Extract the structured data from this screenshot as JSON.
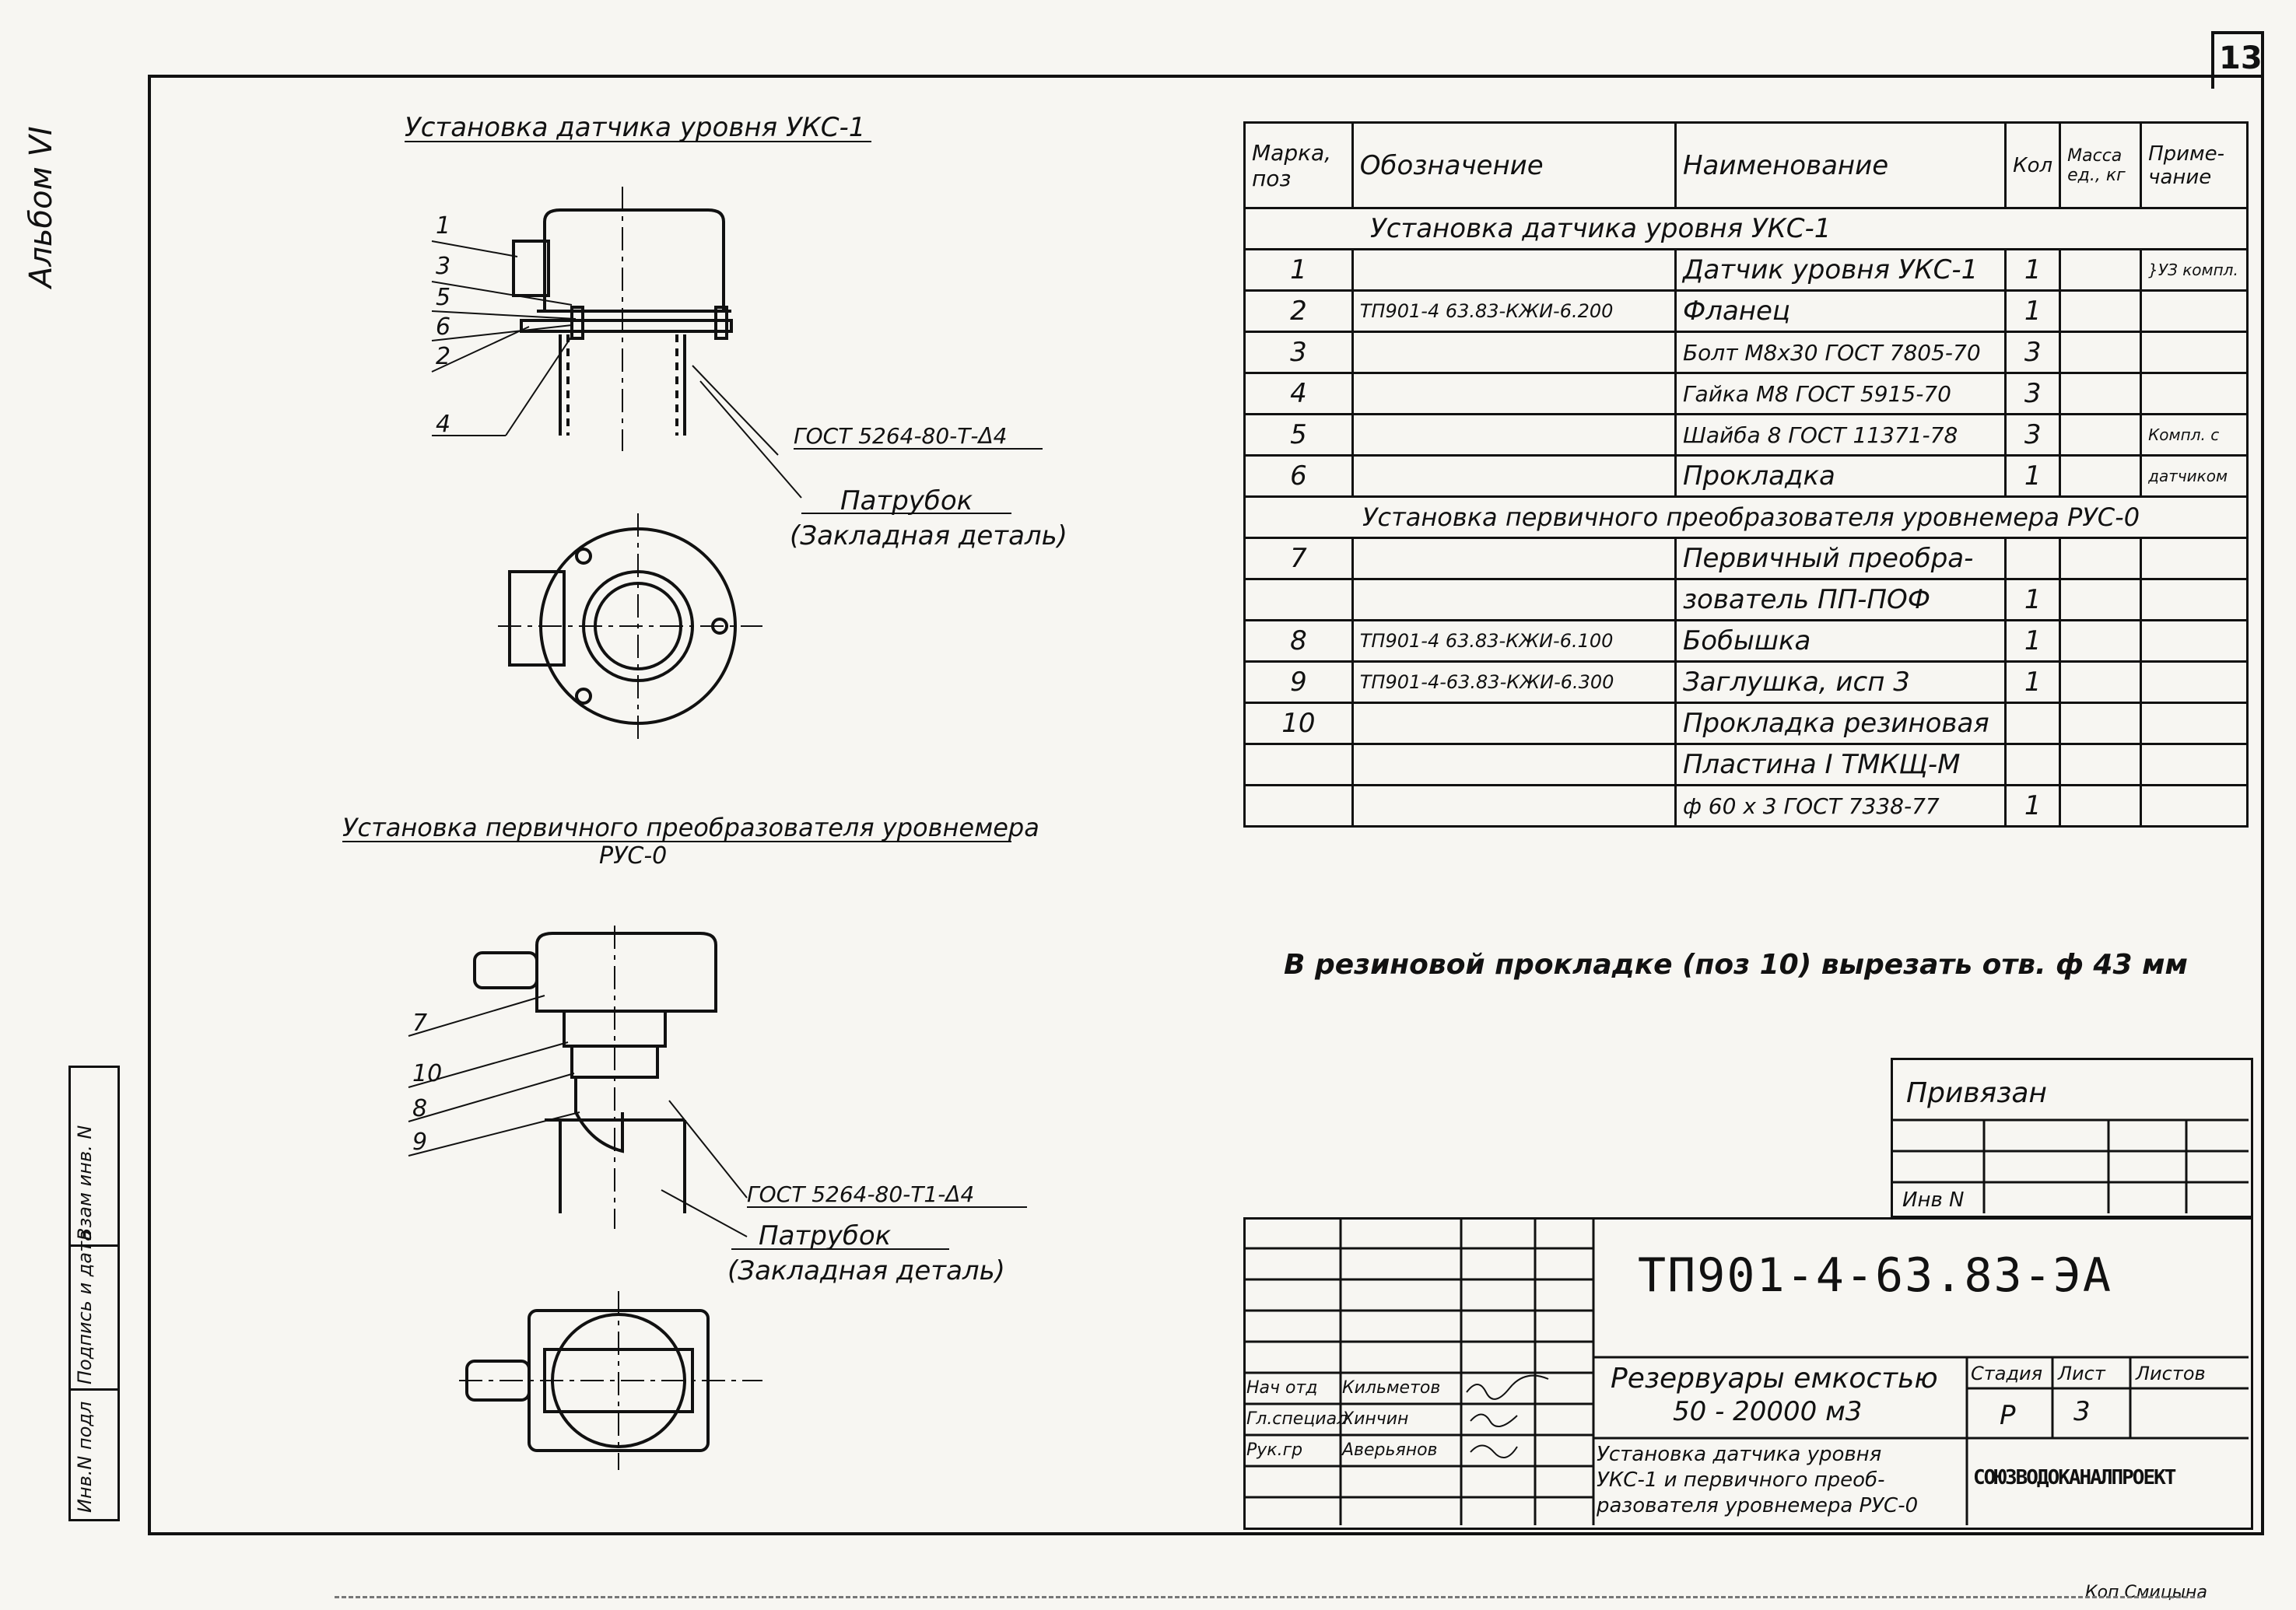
{
  "sheet": {
    "number": "13",
    "album": "Альбом VI",
    "left_strip": [
      "Инв.N подл",
      "Подпись и дата",
      "Взам инв. N"
    ]
  },
  "views": {
    "top_title": "Установка датчика уровня УКС-1",
    "bottom_title_1": "Установка первичного преобразователя уровнемера",
    "bottom_title_2": "РУС-0",
    "top_callouts": [
      "1",
      "3",
      "5",
      "6",
      "2",
      "4"
    ],
    "bottom_callouts": [
      "7",
      "10",
      "8",
      "9"
    ],
    "top_weld": "ГОСТ 5264-80-Т-Δ4",
    "bottom_weld": "ГОСТ 5264-80-Т1-Δ4",
    "pipe_label": "Патрубок",
    "pipe_sub": "(Закладная деталь)"
  },
  "spec_table": {
    "headers": [
      "Марка, поз",
      "Обозначение",
      "Наименование",
      "Кол",
      "Масса ед., кг",
      "Приме-чание"
    ],
    "section1": "Установка датчика уровня   УКС-1",
    "section2": "Установка первичного преобразователя уровнемера РУС-0",
    "rows1": [
      [
        "1",
        "",
        "Датчик уровня УКС-1",
        "1",
        "",
        "}УЗ компл."
      ],
      [
        "2",
        "ТП901-4 63.83-КЖИ-6.200",
        "Фланец",
        "1",
        "",
        ""
      ],
      [
        "3",
        "",
        "Болт М8х30 ГОСТ 7805-70",
        "3",
        "",
        ""
      ],
      [
        "4",
        "",
        "Гайка М8 ГОСТ 5915-70",
        "3",
        "",
        ""
      ],
      [
        "5",
        "",
        "Шайба 8 ГОСТ 11371-78",
        "3",
        "",
        "Компл. с"
      ],
      [
        "6",
        "",
        "Прокладка",
        "1",
        "",
        "датчиком"
      ]
    ],
    "rows2": [
      [
        "7",
        "",
        "Первичный преобра-",
        "",
        "",
        ""
      ],
      [
        "",
        "",
        "зователь ПП-ПОФ",
        "1",
        "",
        ""
      ],
      [
        "8",
        "ТП901-4 63.83-КЖИ-6.100",
        "Бобышка",
        "1",
        "",
        ""
      ],
      [
        "9",
        "ТП901-4-63.83-КЖИ-6.300",
        "Заглушка, исп 3",
        "1",
        "",
        ""
      ],
      [
        "10",
        "",
        "Прокладка резиновая",
        "",
        "",
        ""
      ],
      [
        "",
        "",
        "Пластина I ТМКЩ-М",
        "",
        "",
        ""
      ],
      [
        "",
        "",
        "ф 60 х 3 ГОСТ 7338-77",
        "1",
        "",
        ""
      ]
    ]
  },
  "note": "В резиновой прокладке (поз 10) вырезать отв. ф 43 мм",
  "privyazan": {
    "label": "Привязан",
    "inv": "Инв N"
  },
  "title_block": {
    "code": "ТП901-4-63.83-ЭА",
    "project": "Резервуары емкостью",
    "project_2": "50 - 20000 м3",
    "sheet_title_1": "Установка датчика уровня",
    "sheet_title_2": "УКС-1 и первичного преоб-",
    "sheet_title_3": "разователя уровнемера РУС-0",
    "stage_label": "Стадия",
    "sheet_label": "Лист",
    "sheets_label": "Листов",
    "stage": "Р",
    "sheet": "3",
    "org": "СОЮЗВОДОКАНАЛПРОЕКТ",
    "signers": [
      [
        "Нач отд",
        "Кильметов"
      ],
      [
        "Гл.специал",
        "Хинчин"
      ],
      [
        "Рук.гр",
        "Аверьянов"
      ]
    ]
  },
  "copier": "Коп Смицына"
}
